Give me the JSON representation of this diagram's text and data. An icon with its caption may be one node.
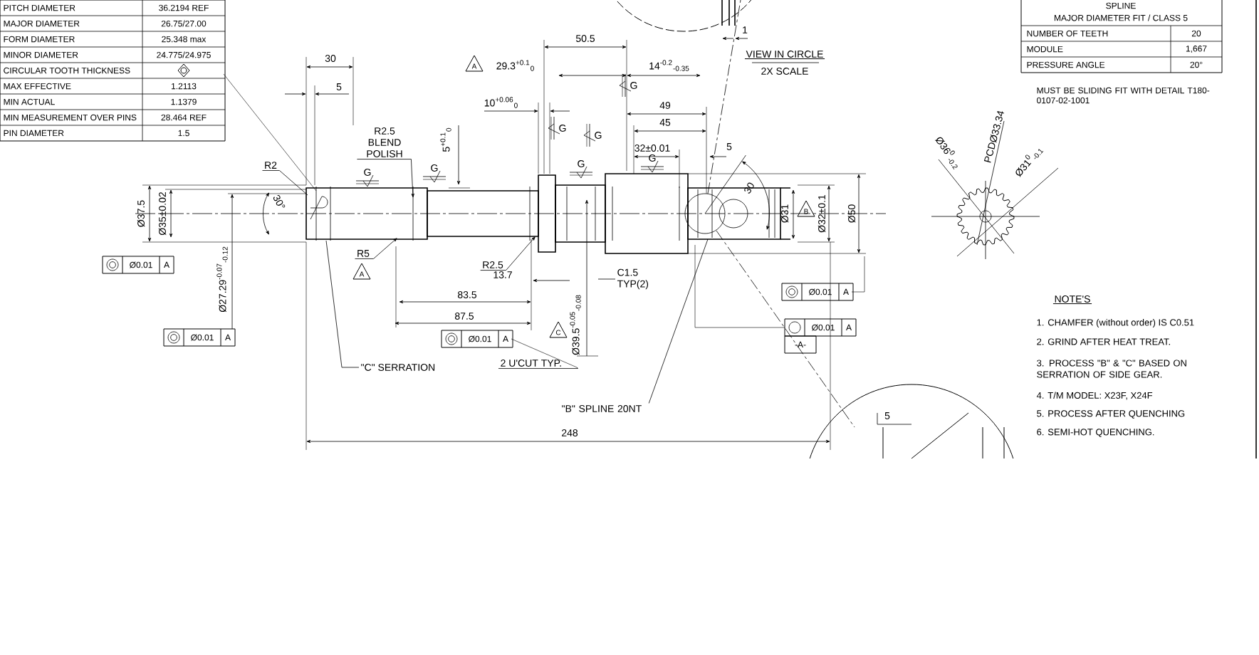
{
  "diagram": {
    "nodes": [
      {
        "text": [
          "R2.5 BLEND POLISH"
        ]
      },
      {
        "text": [
          "R2"
        ]
      },
      {
        "text": [
          "R5"
        ]
      },
      {
        "text": [
          "R2.5"
        ]
      },
      {
        "text": [
          "C1.5 TYP(2)"
        ]
      },
      {
        "text": [
          "\"C\" SERRATION"
        ]
      },
      {
        "text": [
          "2 U'CUT TYP."
        ]
      },
      {
        "text": [
          "\"B\" SPLINE 20NT"
        ]
      }
    ],
    "edges": [
      {
        "from": 0,
        "to": null,
        "arrow": "to"
      },
      {
        "from": 1,
        "to": null,
        "arrow": "none"
      },
      {
        "from": 2,
        "to": null,
        "arrow": "to"
      },
      {
        "from": 3,
        "to": null,
        "arrow": "to"
      },
      {
        "from": 4,
        "to": null,
        "arrow": "none"
      },
      {
        "from": 5,
        "to": null,
        "arrow": "none"
      },
      {
        "from": 6,
        "to": null,
        "arrow": "none"
      },
      {
        "from": 7,
        "to": null,
        "arrow": "none"
      }
    ],
    "labels": [
      "PITCH DIAMETER",
      "36.2194 REF",
      "MAJOR DIAMETER",
      "26.75/27.00",
      "FORM DIAMETER",
      "25.348 max",
      "MINOR DIAMETER",
      "24.775/24.975",
      "CIRCULAR TOOTH THICKNESS",
      "MAX EFFECTIVE",
      "1.2113",
      "MIN ACTUAL",
      "1.1379",
      "MIN MEASUREMENT OVER PINS",
      "28.464 REF",
      "PIN DIAMETER",
      "1.5",
      "SPLINE",
      "MAJOR DIAMETER FIT / CLASS 5",
      "NUMBER OF TEETH",
      "20",
      "MODULE",
      "1,667",
      "PRESSURE ANGLE",
      "20°",
      "MUST BE SLIDING FIT WITH DETAIL T180-0107-02-1001",
      "NOTE'S",
      "1. CHAMFER (without order) IS C0.51",
      "2. GRIND AFTER HEAT TREAT.",
      "3. PROCESS \"B\" & \"C\" BASED ON SERRATION OF SIDE GEAR.",
      "4. T/M MODEL: X23F, X24F",
      "5. PROCESS AFTER QUENCHING",
      "6. SEMI-HOT QUENCHING.",
      "30",
      "5",
      "50.5",
      "A",
      "29.3$^{+0.1}$$_{0}$",
      "14$^{-0.2}$$_{-0.35}$",
      "1",
      "VIEW IN CIRCLE",
      "2X SCALE",
      "10$^{+0.06}$$_{0}$",
      "5$^{+0.1}$$_{0}$",
      "49",
      "45",
      "32±0.01",
      "5",
      "G",
      "G",
      "G",
      "G",
      "G",
      "G",
      "G",
      "Ø37.5",
      "Ø35±0.02",
      "30°",
      "30",
      "Ø31",
      "B",
      "Ø32±0.1",
      "Ø50",
      "Ø36$^{0}$$_{-0.2}$",
      "PCDØ33.34",
      "Ø31$^{0}$$_{-0.1}$",
      "Ø0.01",
      "A",
      "13.7",
      "Ø27.29$^{-0.07}$$_{-0.12}$",
      "A",
      "83.5",
      "87.5",
      "C",
      "Ø39.5$^{-0.05}$$_{-0.08}$",
      "Ø0.01",
      "A",
      "Ø0.01",
      "A",
      "Ø0.01",
      "A",
      "Ø0.01",
      "A",
      "-A-",
      "248",
      "5"
    ]
  }
}
